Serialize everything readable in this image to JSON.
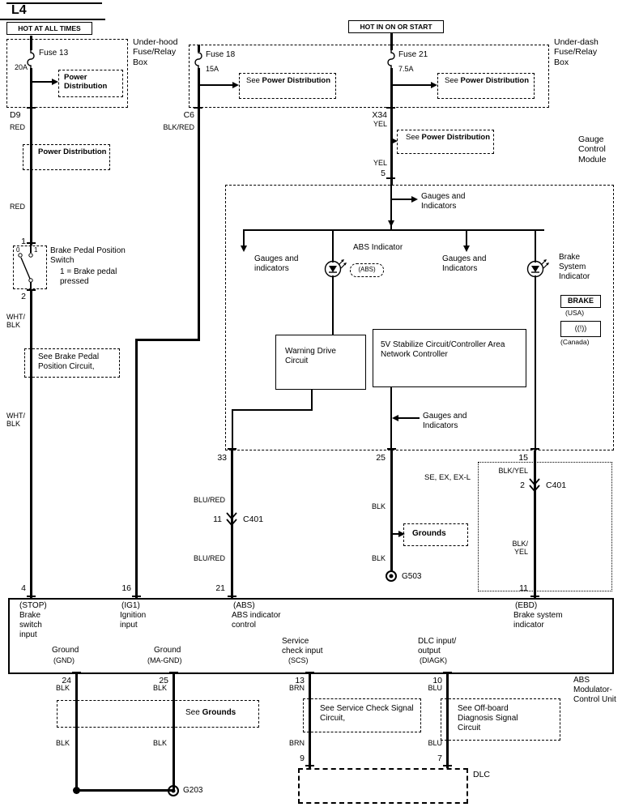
{
  "title": "L4",
  "banners": {
    "hot_at_all_times": "HOT AT ALL TIMES",
    "hot_in_on_or_start": "HOT IN ON OR START"
  },
  "boxes": {
    "underhood_label": "Under-hood Fuse/Relay Box",
    "underdash_label": "Under-dash Fuse/Relay Box",
    "gauge_module_label": "Gauge Control Module",
    "abs_unit_label": "ABS Modulator-Control Unit",
    "dlc_label": "DLC"
  },
  "fuses": {
    "f13_name": "Fuse 13",
    "f13_rating": "20A",
    "f18_name": "Fuse 18",
    "f18_rating": "15A",
    "f21_name": "Fuse 21",
    "f21_rating": "7.5A"
  },
  "refs": {
    "see": "See",
    "power_distribution": "Power Distribution",
    "brake_pedal_circuit": "See Brake Pedal Position Circuit,",
    "grounds": "Grounds",
    "service_check": "See Service Check Signal Circuit,",
    "offboard": "See Off-board Diagnosis Signal Circuit"
  },
  "connectors": {
    "d9": "D9",
    "c6": "C6",
    "x34": "X34",
    "c401": "C401",
    "g503": "G503",
    "g203": "G203"
  },
  "wire_colors": {
    "red": "RED",
    "blk_red": "BLK/RED",
    "yel": "YEL",
    "wht_blk": "WHT/\nBLK",
    "blu_red": "BLU/RED",
    "blk": "BLK",
    "blk_yel": "BLK/YEL",
    "blk_yel_2line": "BLK/\nYEL",
    "brn": "BRN",
    "blu": "BLU"
  },
  "pins": {
    "p1": "1",
    "p2": "2",
    "p4": "4",
    "p5": "5",
    "p16": "16",
    "p21": "21",
    "p33": "33",
    "p25_module": "25",
    "p15": "15",
    "c401_11": "11",
    "c401_2": "2",
    "p11": "11",
    "p24": "24",
    "p25_gnd": "25",
    "p13": "13",
    "p10": "10",
    "p9": "9",
    "p7": "7"
  },
  "switch": {
    "title": "Brake Pedal Position Switch",
    "note": "1 = Brake pedal pressed",
    "pos0": "0",
    "pos1": "1"
  },
  "module": {
    "gauges_top": "Gauges and Indicators",
    "gauges_left": "Gauges and indicators",
    "gauges_right": "Gauges and Indicators",
    "gauges_bottom": "Gauges and Indicators",
    "abs_indicator": "ABS Indicator",
    "abs_lamp": "(ABS)",
    "brake_system_indicator": "Brake System Indicator",
    "brake_lamp": "BRAKE",
    "usa": "(USA)",
    "canada_lamp": "((!))",
    "canada": "(Canada)",
    "warning_drive": "Warning Drive Circuit",
    "stabilize": "5V Stabilize Circuit/Controller Area Network Controller",
    "trim_note": "SE, EX, EX-L"
  },
  "abs_unit": {
    "stop_pin": "(STOP)",
    "stop_label": "Brake switch input",
    "ig1_pin": "(IG1)",
    "ig1_label": "Ignition input",
    "abs_pin": "(ABS)",
    "abs_label": "ABS indicator control",
    "ebd_pin": "(EBD)",
    "ebd_label": "Brake system indicator",
    "gnd_label": "Ground",
    "gnd_pin": "(GND)",
    "magnd_label": "Ground",
    "magnd_pin": "(MA-GND)",
    "scs_label": "Service check input",
    "scs_pin": "(SCS)",
    "diagk_label": "DLC input/\noutput",
    "diagk_pin": "(DIAGK)"
  }
}
